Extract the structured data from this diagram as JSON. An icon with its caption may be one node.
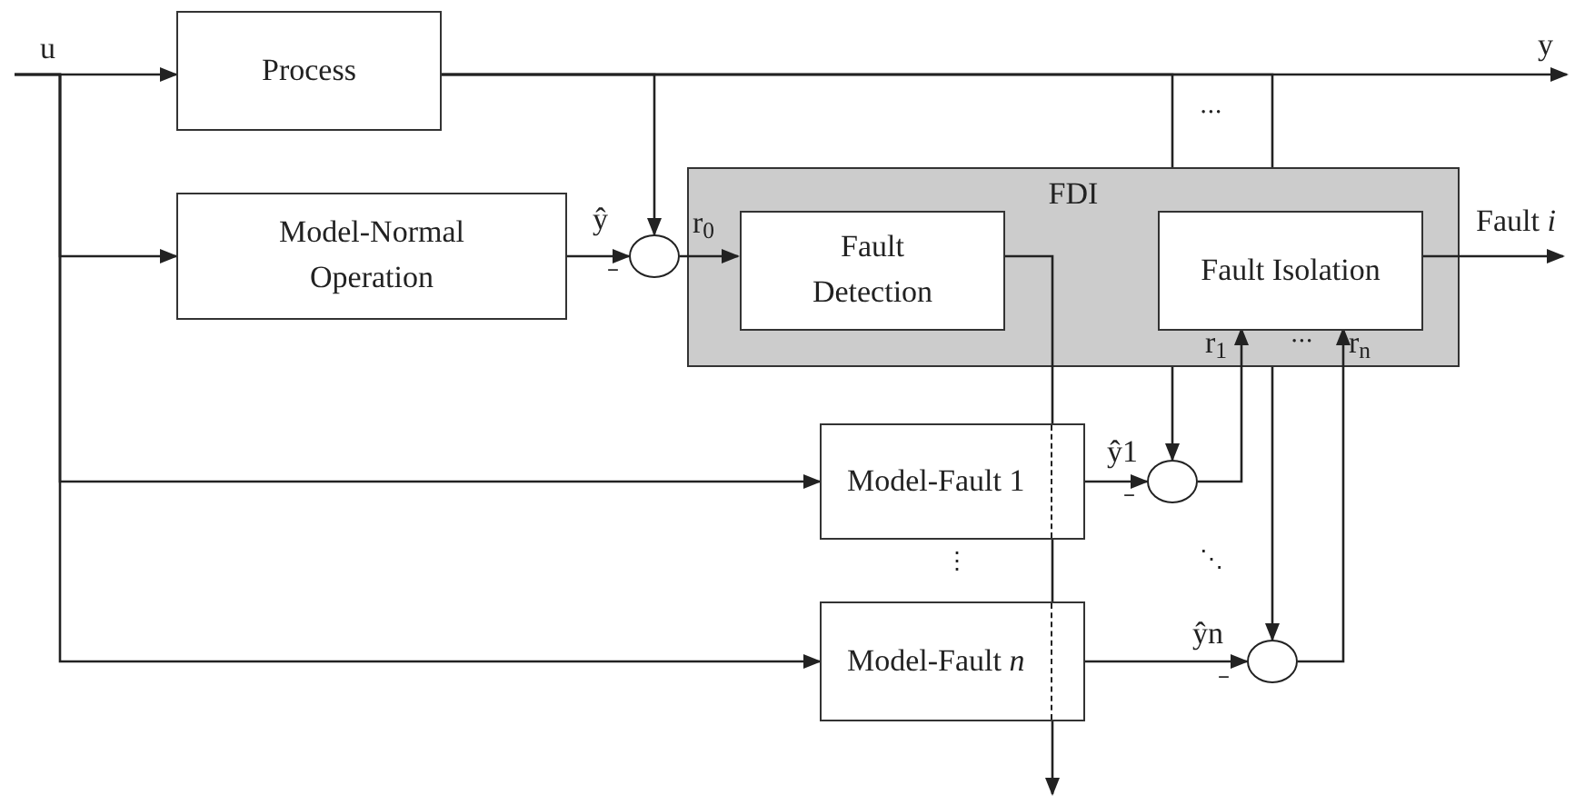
{
  "diagram": {
    "nodes": [
      {
        "text": [
          "Process"
        ]
      },
      {
        "text": [
          "Model-Normal Operation"
        ]
      },
      {
        "text": [],
        "shape": "circle"
      },
      {
        "text": [
          "FDI"
        ]
      },
      {
        "text": [
          "Fault Detection"
        ],
        "in": 3
      },
      {
        "text": [
          "Fault Isolation"
        ],
        "in": 3
      },
      {
        "text": [
          "Model-Fault 1"
        ]
      },
      {
        "text": [
          "Model-Fault *n*"
        ]
      },
      {
        "text": [],
        "shape": "circle"
      },
      {
        "text": [],
        "shape": "circle"
      }
    ],
    "edges": [
      {
        "from": null,
        "to": 0,
        "arrow": "to",
        "label": "u"
      },
      {
        "from": 0,
        "to": null,
        "arrow": "to",
        "label": "y"
      },
      {
        "from": 0,
        "to": 2,
        "arrow": "to"
      },
      {
        "from": null,
        "to": 1,
        "arrow": "to"
      },
      {
        "from": null,
        "to": 6,
        "arrow": "to"
      },
      {
        "from": null,
        "to": 7,
        "arrow": "to"
      },
      {
        "from": 1,
        "to": 2,
        "arrow": "to",
        "label": "ŷ"
      },
      {
        "from": 2,
        "to": 4,
        "arrow": "to",
        "label": "r$_{0}$"
      },
      {
        "from": 5,
        "to": null,
        "arrow": "to",
        "label": "Fault *i*"
      },
      {
        "from": 4,
        "to": null,
        "arrow": "to"
      },
      {
        "from": 0,
        "to": 8,
        "arrow": "to"
      },
      {
        "from": 0,
        "to": 9,
        "arrow": "to"
      },
      {
        "from": 6,
        "to": 8,
        "arrow": "to",
        "label": "ŷ1"
      },
      {
        "from": 7,
        "to": 9,
        "arrow": "to",
        "label": "ŷn"
      },
      {
        "from": 8,
        "to": 5,
        "arrow": "to",
        "label": "r$_{1}$"
      },
      {
        "from": 9,
        "to": 5,
        "arrow": "to",
        "label": "r$_{n}$"
      }
    ],
    "labels": [
      "...",
      "–",
      "...",
      "–",
      "⋮",
      "⋱",
      "–"
    ]
  }
}
